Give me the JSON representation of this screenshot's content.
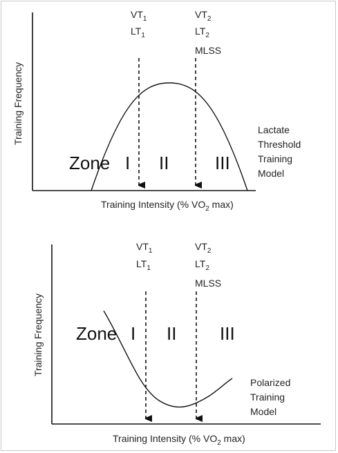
{
  "panels": [
    {
      "id": "top",
      "y_axis_label": "Training Frequency",
      "x_axis_label_main": "Training Intensity (% VO",
      "x_axis_label_sub": "2",
      "x_axis_label_end": " max)",
      "threshold_1": {
        "line1": "VT",
        "line1_sub": "1",
        "line2": "LT",
        "line2_sub": "1"
      },
      "threshold_2": {
        "line1": "VT",
        "line1_sub": "2",
        "line2": "LT",
        "line2_sub": "2",
        "line3": "MLSS"
      },
      "zones": [
        "Zone",
        "I",
        "II",
        "III"
      ],
      "model": [
        "Lactate",
        "Threshold",
        "Training",
        "Model"
      ]
    },
    {
      "id": "bottom",
      "y_axis_label": "Training Frequency",
      "x_axis_label_main": "Training Intensity (% VO",
      "x_axis_label_sub": "2",
      "x_axis_label_end": " max)",
      "threshold_1": {
        "line1": "VT",
        "line1_sub": "1",
        "line2": "LT",
        "line2_sub": "1"
      },
      "threshold_2": {
        "line1": "VT",
        "line1_sub": "2",
        "line2": "LT",
        "line2_sub": "2",
        "line3": "MLSS"
      },
      "zones": [
        "Zone",
        "I",
        "II",
        "III"
      ],
      "model": [
        "Polarized",
        "Training",
        "Model"
      ]
    }
  ],
  "colors": {
    "line": "#111111",
    "frame": "#c8c8c8"
  }
}
